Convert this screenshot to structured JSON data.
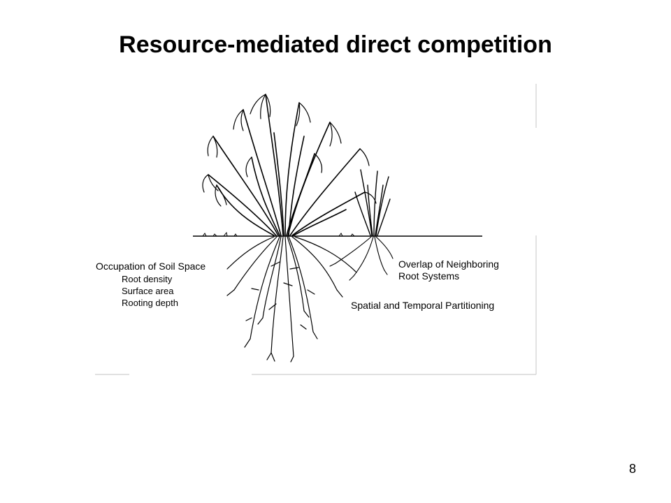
{
  "slide": {
    "title": "Resource-mediated direct competition",
    "page_number": "8"
  },
  "figure": {
    "left_labels": {
      "heading": "Occupation of Soil Space",
      "items": [
        "Root density",
        "Surface area",
        "Rooting depth"
      ]
    },
    "right_labels": {
      "heading_line1": "Overlap of Neighboring",
      "heading_line2": "Root Systems",
      "partitioning": "Spatial and Temporal Partitioning"
    }
  }
}
